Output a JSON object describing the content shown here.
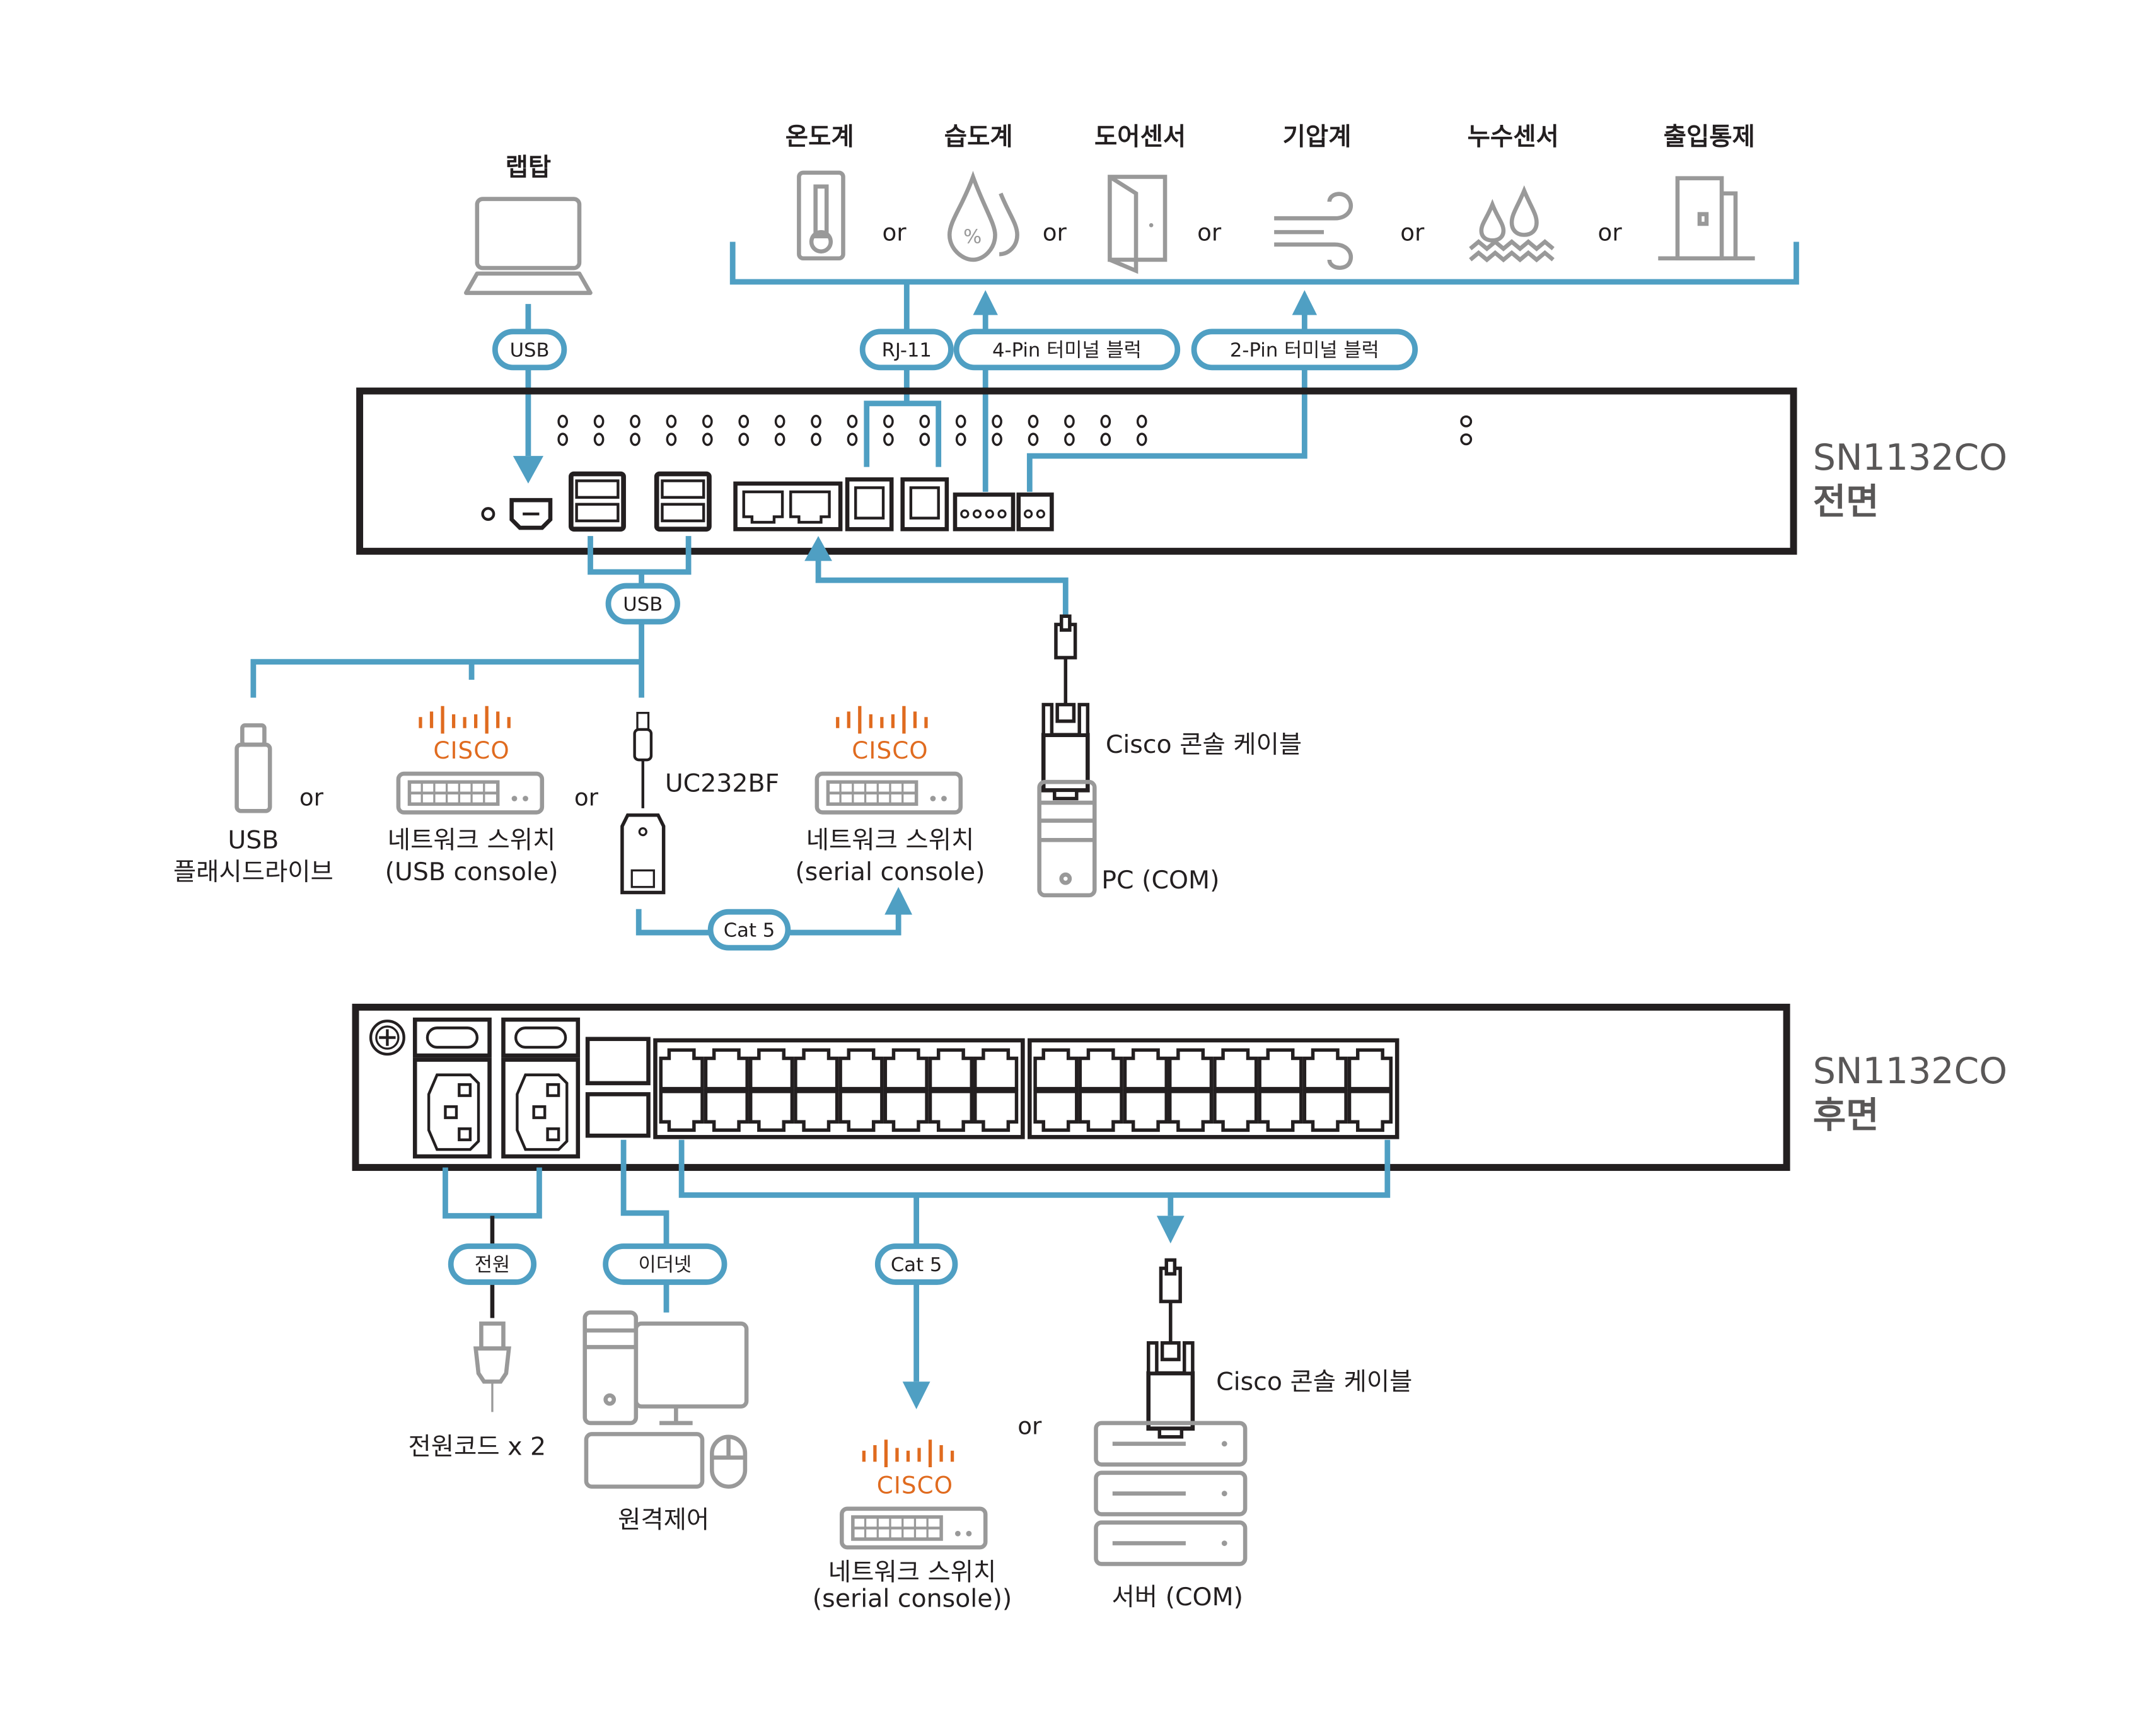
{
  "colors": {
    "connector": "#4f9fc3",
    "device_outline": "#231f20",
    "icon_gray": "#999999",
    "cisco_orange": "#e06b1f",
    "model_text": "#595757"
  },
  "front": {
    "model": "SN1132CO",
    "side": "전면",
    "laptop": {
      "label": "랩탑",
      "link": "USB"
    },
    "sensors": [
      {
        "label": "온도계",
        "icon": "thermometer-icon"
      },
      {
        "label": "습도계",
        "icon": "humidity-drop-icon"
      },
      {
        "label": "도어센서",
        "icon": "door-icon"
      },
      {
        "label": "기압계",
        "icon": "wind-icon"
      },
      {
        "label": "누수센서",
        "icon": "water-leak-icon"
      },
      {
        "label": "출입통제",
        "icon": "access-control-icon"
      }
    ],
    "or": "or",
    "links": {
      "rj11": "RJ-11",
      "pin4": "4-Pin 터미널 블럭",
      "pin2": "2-Pin 터미널 블럭",
      "usb": "USB",
      "cat5": "Cat 5"
    },
    "usb_devices": {
      "flash_line1": "USB",
      "flash_line2": "플래시드라이브",
      "switch_usb_line1": "네트워크 스위치",
      "switch_usb_line2": "(USB console)",
      "adapter": "UC232BF",
      "switch_serial_line1": "네트워크 스위치",
      "switch_serial_line2": "(serial console)",
      "cisco_brand": "CISCO"
    },
    "console": {
      "cable": "Cisco 콘솔 케이블",
      "pc": "PC (COM)"
    }
  },
  "rear": {
    "model": "SN1132CO",
    "side": "후면",
    "links": {
      "power": "전원",
      "ethernet": "이더넷",
      "cat5": "Cat 5"
    },
    "power_cord": "전원코드 x 2",
    "remote": "원격제어",
    "switch_line1": "네트워크 스위치",
    "switch_line2": "(serial console))",
    "cisco_brand": "CISCO",
    "or": "or",
    "cable": "Cisco 콘솔 케이블",
    "server": "서버 (COM)"
  }
}
